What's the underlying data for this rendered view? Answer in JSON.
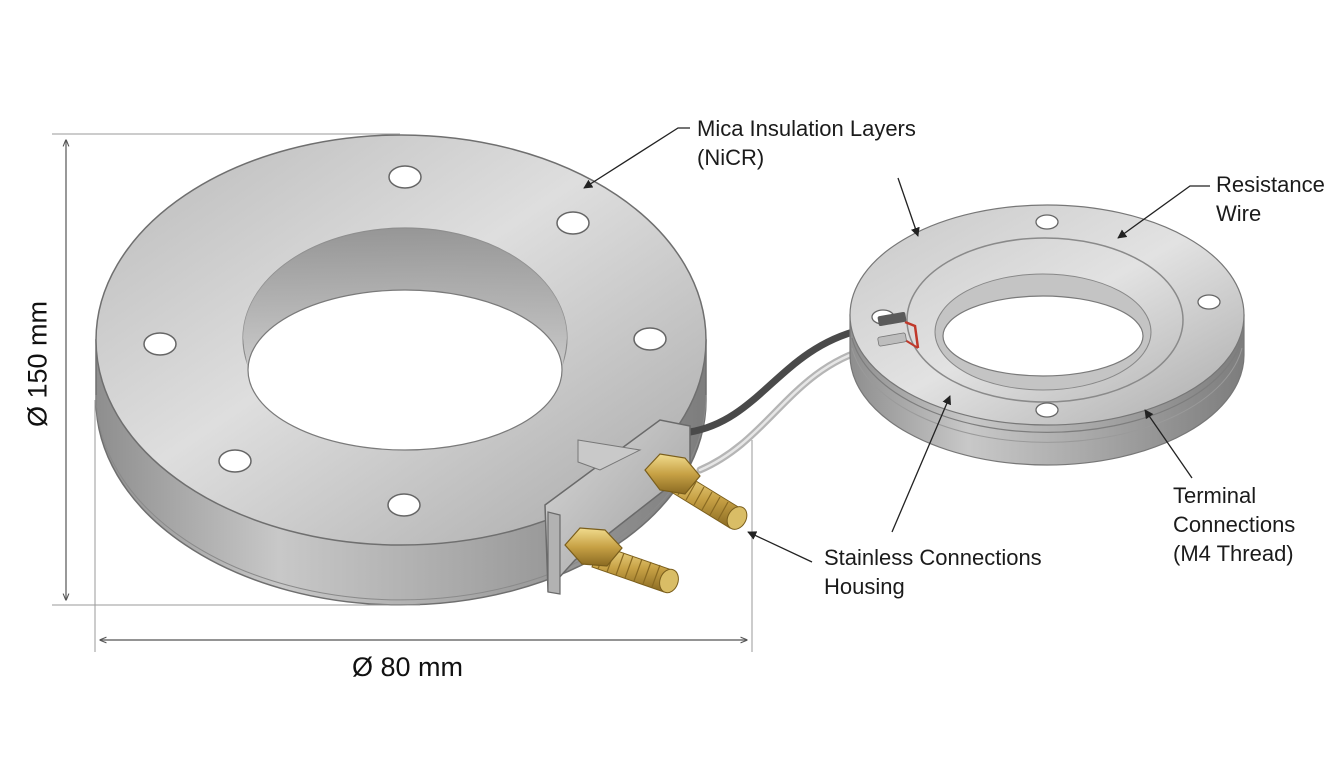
{
  "labels": {
    "mica": [
      "Mica Insulation Layers",
      "(NiCR)"
    ],
    "resistance": [
      "Resistance",
      "Wire"
    ],
    "terminal": [
      "Terminal",
      "Connections",
      "(M4 Thread)"
    ],
    "housing": [
      "Stainless Connections",
      "Housing"
    ]
  },
  "dimensions": {
    "height": "Ø 150 mm",
    "width": "Ø 80 mm"
  }
}
